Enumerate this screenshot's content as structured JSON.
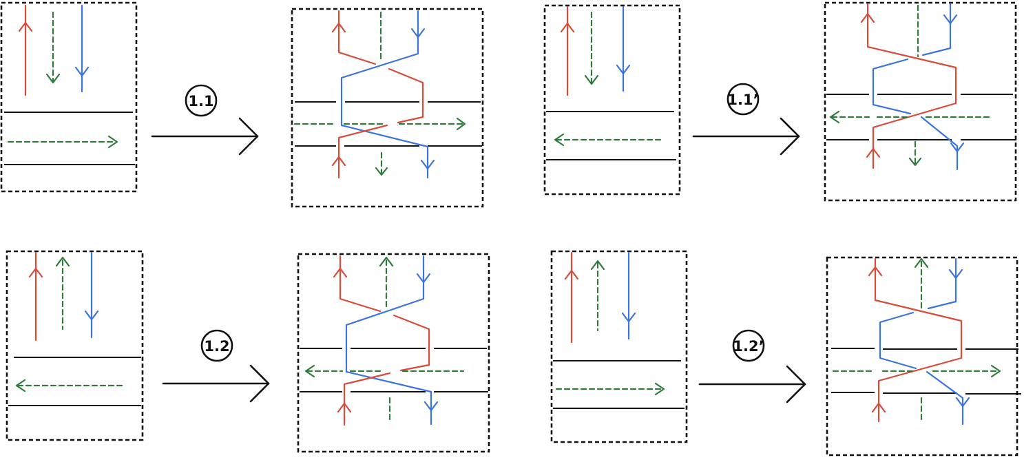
{
  "colors": {
    "red": "#d94a38",
    "blue": "#3b74e0",
    "green": "#2e7a3a",
    "black": "#111111"
  },
  "moves": [
    {
      "label": "1.1"
    },
    {
      "label": "1.1’"
    },
    {
      "label": "1.2"
    },
    {
      "label": "1.2’"
    }
  ],
  "icons": {
    "transition_arrow": "right-arrow-icon",
    "strand_arrowhead": "chevron-arrowhead-icon"
  }
}
